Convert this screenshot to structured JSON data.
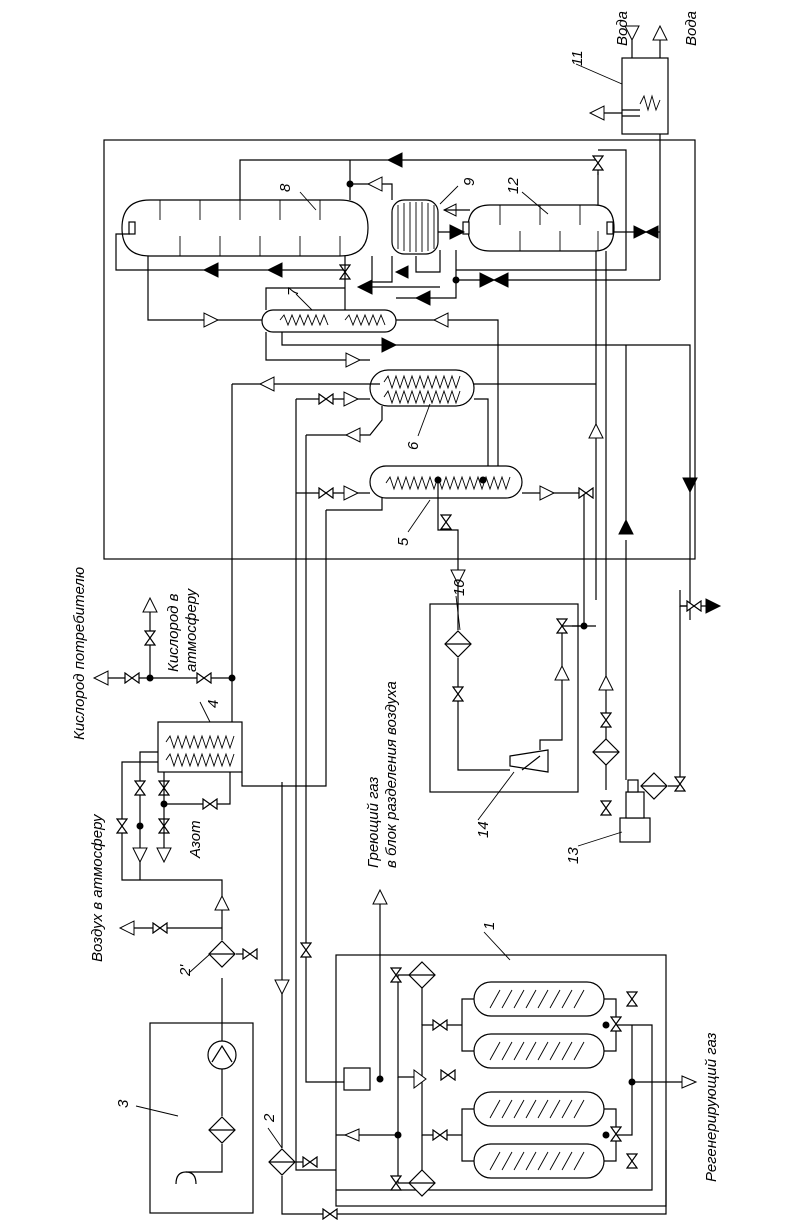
{
  "labels": {
    "water_in": "Вода",
    "water_out": "Вода",
    "oxygen_consumer": "Кислород потребителю",
    "oxygen_atm": "Кислород в атмосферу",
    "air_atm": "Воздух в атмосферу",
    "nitrogen": "Азот",
    "heating_gas": "Греющий газ в блок разделения воздуха",
    "regen_gas": "Регенерирующий газ"
  },
  "numbers": {
    "n1": "1",
    "n2": "2",
    "n2p": "2'",
    "n3": "3",
    "n4": "4",
    "n5": "5",
    "n6": "6",
    "n7": "7",
    "n8": "8",
    "n9": "9",
    "n10": "10",
    "n11": "11",
    "n12": "12",
    "n13": "13",
    "n14": "14"
  },
  "icons": [
    "column-icon",
    "heat-exchanger-icon",
    "adsorber-icon",
    "filter-icon",
    "valve-icon",
    "compressor-icon",
    "expander-icon",
    "pump-icon",
    "flow-arrow-icon"
  ]
}
